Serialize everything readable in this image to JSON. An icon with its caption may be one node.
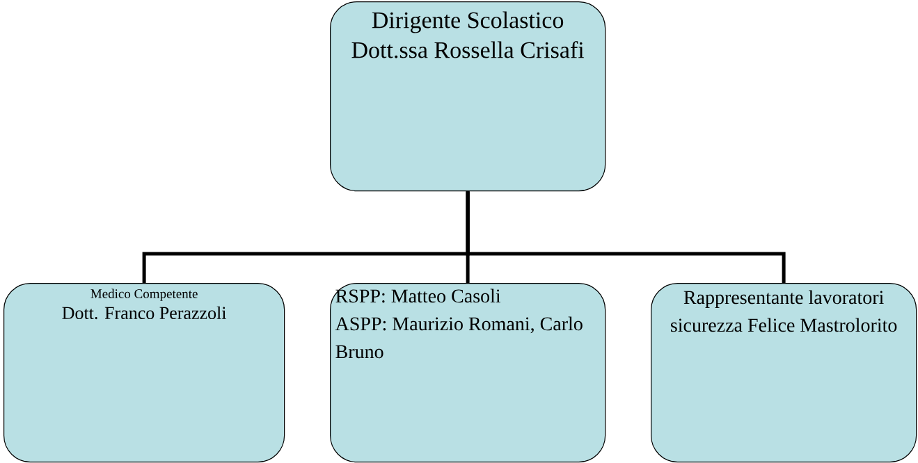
{
  "diagram": {
    "nodes": [
      {
        "text": [
          "Dirigente Scolastico Dott.ssa Rossella Crisafi"
        ]
      },
      {
        "text": [
          "Medico Competente",
          "Dott. Franco Perazzoli"
        ]
      },
      {
        "text": [
          "RSPP: Matteo Casoli",
          "ASPP: Maurizio Romani, Carlo Bruno"
        ]
      },
      {
        "text": [
          "Rappresentante lavoratori sicurezza Felice Mastrolorito"
        ]
      }
    ],
    "edges": [
      {
        "from": 0,
        "to": 1,
        "arrow": "none"
      },
      {
        "from": 0,
        "to": 2,
        "arrow": "none"
      },
      {
        "from": 0,
        "to": 3,
        "arrow": "none"
      }
    ]
  }
}
